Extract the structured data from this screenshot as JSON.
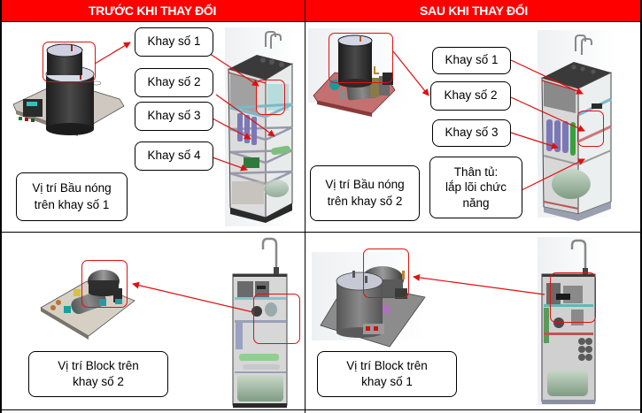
{
  "header": {
    "before_label": "TRƯỚC KHI THAY ĐỔI",
    "after_label": "SAU KHI THAY ĐỔI"
  },
  "colors": {
    "header_bg": "#ff0000",
    "header_text": "#ffffff",
    "arrow": "#e01010",
    "highlight_box": "#e01010"
  },
  "before": {
    "heater_section": {
      "trays": [
        "Khay số 1",
        "Khay số 2",
        "Khay số 3",
        "Khay số 4"
      ],
      "caption_line1": "Vị trí Bầu nóng",
      "caption_line2": "trên khay số 1",
      "images": [
        "heater-tank-assembly",
        "water-dispenser-cabinet"
      ]
    },
    "block_section": {
      "caption_line1": "Vị trí Block trên",
      "caption_line2": "khay số 2",
      "images": [
        "compressor-assembly",
        "water-dispenser-side-view"
      ]
    }
  },
  "after": {
    "heater_section": {
      "trays": [
        "Khay số 1",
        "Khay số 2",
        "Khay số 3"
      ],
      "cabinet_note_line1": "Thân tủ:",
      "cabinet_note_line2": "lắp lõi chức",
      "cabinet_note_line3": "năng",
      "caption_line1": "Vị trí Bầu nóng",
      "caption_line2": "trên khay số 2",
      "images": [
        "heater-pump-assembly",
        "water-dispenser-cabinet"
      ]
    },
    "block_section": {
      "caption_line1": "Vị trí Block trên",
      "caption_line2": "khay số 1",
      "images": [
        "compressor-heater-assembly",
        "water-dispenser-side-view"
      ]
    }
  }
}
